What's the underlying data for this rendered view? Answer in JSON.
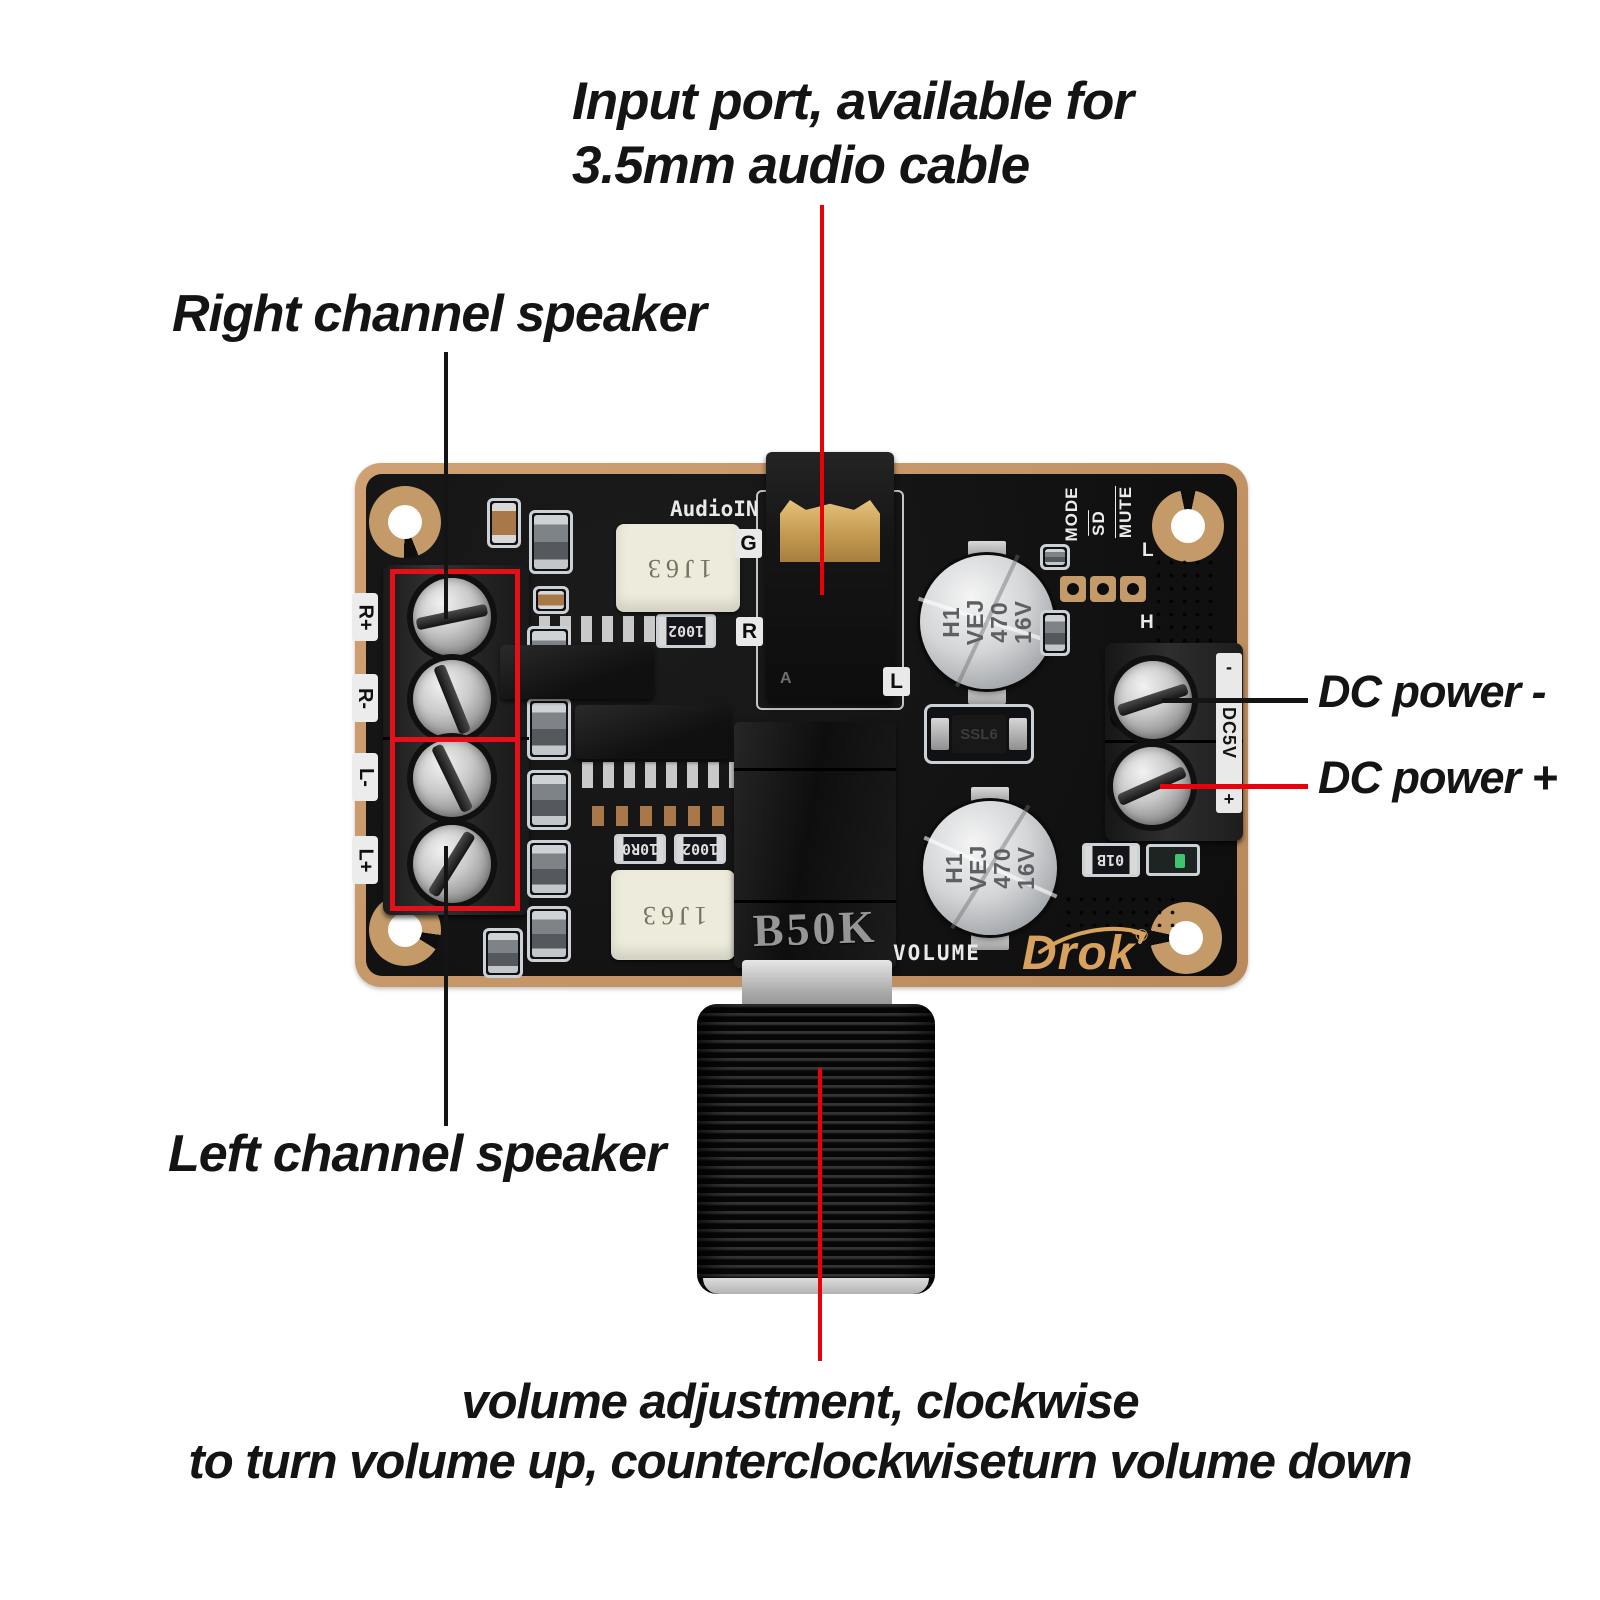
{
  "colors": {
    "background": "#ffffff",
    "annotation_text": "#141414",
    "callout_red": "#e8000b",
    "callout_black": "#141414",
    "highlight_red": "#e3101a",
    "pcb_gold": "#c49a68",
    "pcb_black": "#131313",
    "silkscreen_white": "#e9e9e9",
    "inductor_cream": "#edebdb",
    "brand_gold": "#d8a15e"
  },
  "annotations": {
    "input_port": {
      "line1": "Input port, available for",
      "line2": "3.5mm audio cable"
    },
    "right_channel": "Right channel speaker",
    "left_channel": "Left channel speaker",
    "dc_minus": "DC power -",
    "dc_plus": "DC power +",
    "volume": {
      "line1": "volume adjustment, clockwise",
      "line2": "to turn volume up, counterclockwiseturn volume down"
    }
  },
  "board": {
    "silkscreen": {
      "audio_in": "AudioIN",
      "g": "G",
      "r": "R",
      "l": "L",
      "h": "H",
      "mode": "MODE",
      "sd": "SD",
      "mute": "MUTE",
      "volume": "VOLUME",
      "dc5v": "DC5V",
      "minus": "-",
      "plus": "+"
    },
    "brand": {
      "name": "Drok",
      "registered": "®"
    },
    "terminals": [
      "R+",
      "R-",
      "L-",
      "L+"
    ],
    "components": {
      "potentiometer": "B50K",
      "capacitor_lines": [
        "H1",
        "VEJ",
        "470",
        "16V"
      ],
      "inductor": "1J63",
      "resistor_1002": "1002",
      "resistor_10r0": "10R0",
      "resistor_01b": "01B",
      "diode": "SSL6",
      "jack_mark": "A"
    }
  }
}
